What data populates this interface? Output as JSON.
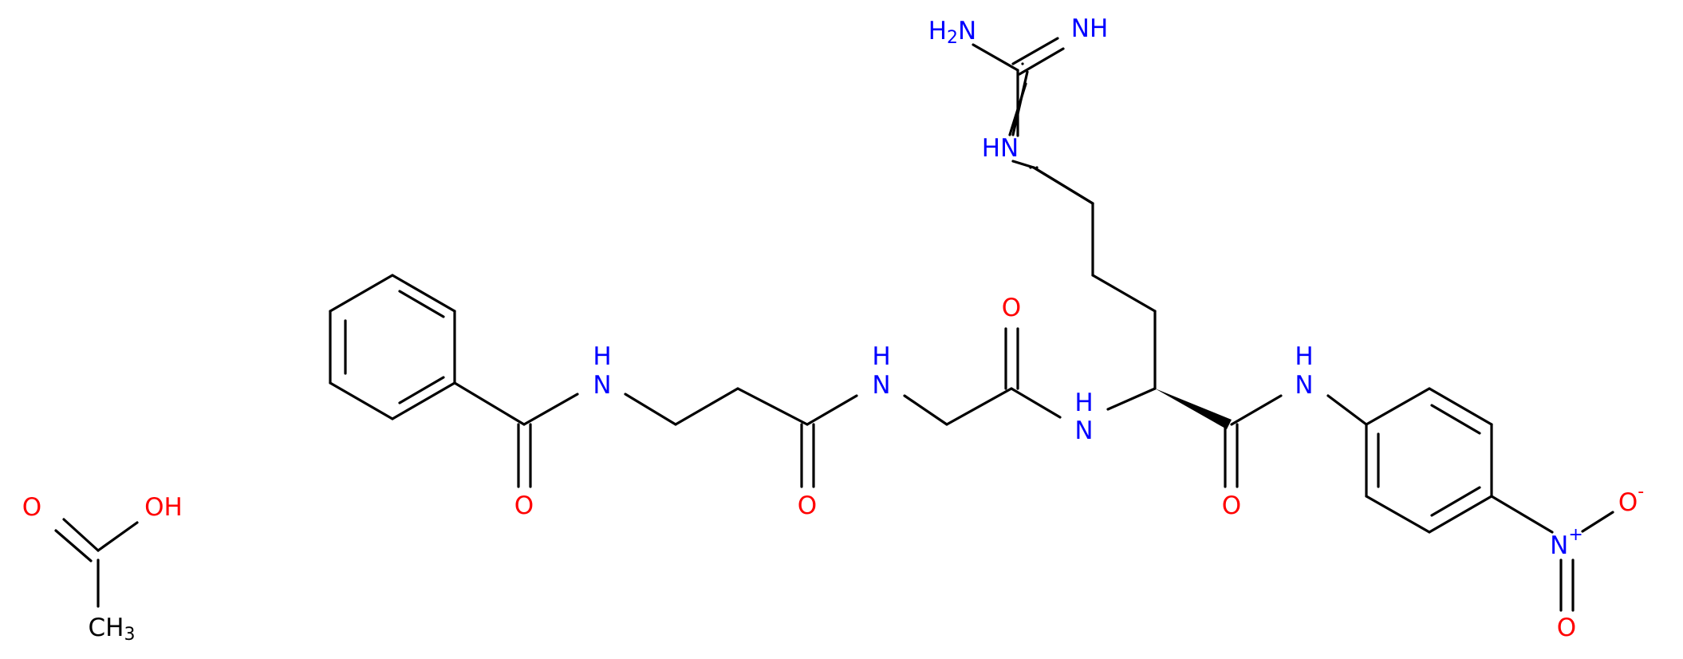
{
  "colors": {
    "bond": "#000000",
    "nitrogen": "#0000ff",
    "oxygen": "#ff0000",
    "carbon": "#000000"
  },
  "labels": {
    "guanidine_nh2": {
      "main": "H",
      "sub": "2",
      "tail": "N"
    },
    "guanidine_imine": "NH",
    "guanidine_nh": "HN",
    "amide_nh_1": "H",
    "amide_n_1": "N",
    "amide_nh_2": "H",
    "amide_n_2": "N",
    "amide_nh_3": "H",
    "amide_n_3": "N",
    "anilide_nh": "N",
    "anilide_h": "H",
    "carbonyl_o_1": "O",
    "carbonyl_o_2": "O",
    "carbonyl_o_3": "O",
    "carbonyl_o_4": "O",
    "nitro_n": "N",
    "nitro_n_charge": "+",
    "nitro_o_minus": "O",
    "nitro_o_minus_charge": "-",
    "nitro_o": "O",
    "acetic_o": "O",
    "acetic_oh": "OH",
    "acetic_ch3": {
      "main": "CH",
      "sub": "3"
    }
  }
}
